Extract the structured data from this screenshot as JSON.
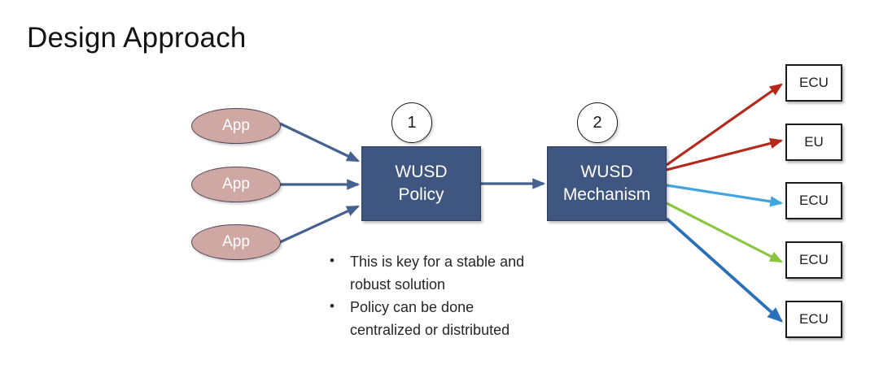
{
  "slide": {
    "title": "Design Approach",
    "background_color": "#ffffff"
  },
  "sources": {
    "label": "App",
    "fill_color": "#cfa8a3",
    "text_color": "#ffffff",
    "items": [
      {
        "label": "App"
      },
      {
        "label": "App"
      },
      {
        "label": "App"
      }
    ]
  },
  "process": {
    "fill_color": "#3f5780",
    "text_color": "#ffffff",
    "boxes": [
      {
        "step": "1",
        "line1": "WUSD",
        "line2": "Policy"
      },
      {
        "step": "2",
        "line1": "WUSD",
        "line2": "Mechanism"
      }
    ]
  },
  "targets": {
    "items": [
      {
        "label": "ECU",
        "arrow_color": "#b5291d"
      },
      {
        "label": "EU",
        "arrow_color": "#b5291d"
      },
      {
        "label": "ECU",
        "arrow_color": "#41a6e0"
      },
      {
        "label": "ECU",
        "arrow_color": "#8cc540"
      },
      {
        "label": "ECU",
        "arrow_color": "#2a6fba"
      }
    ]
  },
  "notes": {
    "bullets": [
      "This is key for a stable and robust solution",
      "Policy can be done centralized or distributed"
    ]
  },
  "colors": {
    "connector_blue": "#44618f",
    "arrow_red": "#b5291d",
    "arrow_light_blue": "#41a6e0",
    "arrow_green": "#8cc540",
    "arrow_dark_blue": "#2a6fba",
    "box_navy": "#3f5780",
    "ellipse_rose": "#cfa8a3"
  }
}
